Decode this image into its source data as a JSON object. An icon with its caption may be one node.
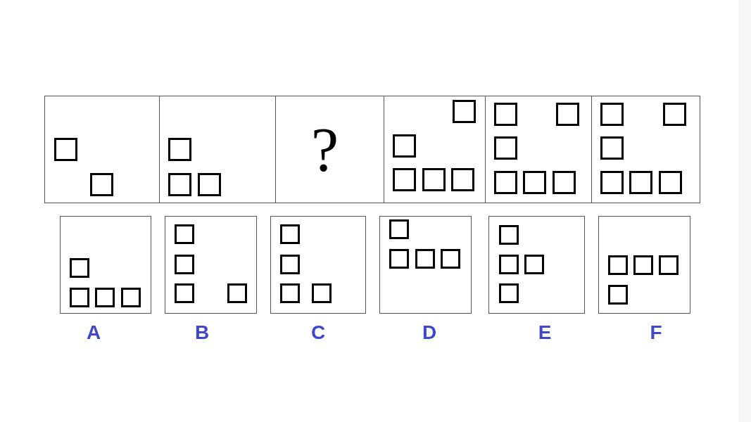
{
  "diagram": {
    "nodes": [
      {
        "text": [],
        "shape": "box"
      },
      {
        "text": [],
        "shape": "box",
        "in": 0
      },
      {
        "text": [],
        "shape": "box",
        "in": 0
      },
      {
        "text": [],
        "shape": "box"
      },
      {
        "text": [],
        "shape": "box",
        "in": 3
      },
      {
        "text": [],
        "shape": "box",
        "in": 3
      },
      {
        "text": [],
        "shape": "box",
        "in": 3
      },
      {
        "text": [
          "?"
        ]
      },
      {
        "text": [],
        "shape": "box"
      },
      {
        "text": [],
        "shape": "box",
        "in": 8
      },
      {
        "text": [],
        "shape": "box",
        "in": 8
      },
      {
        "text": [],
        "shape": "box",
        "in": 8
      },
      {
        "text": [],
        "shape": "box",
        "in": 8
      },
      {
        "text": [],
        "shape": "box",
        "in": 8
      },
      {
        "text": [],
        "shape": "box"
      },
      {
        "text": [],
        "shape": "box",
        "in": 14
      },
      {
        "text": [],
        "shape": "box",
        "in": 14
      },
      {
        "text": [],
        "shape": "box",
        "in": 14
      },
      {
        "text": [],
        "shape": "box",
        "in": 14
      },
      {
        "text": [],
        "shape": "box",
        "in": 14
      },
      {
        "text": [],
        "shape": "box",
        "in": 14
      },
      {
        "text": [],
        "shape": "box"
      },
      {
        "text": [],
        "shape": "box",
        "in": 21
      },
      {
        "text": [],
        "shape": "box",
        "in": 21
      },
      {
        "text": [],
        "shape": "box",
        "in": 21
      },
      {
        "text": [],
        "shape": "box",
        "in": 21
      },
      {
        "text": [],
        "shape": "box",
        "in": 21
      },
      {
        "text": [],
        "shape": "box",
        "in": 21
      },
      {
        "text": [],
        "shape": "box",
        "beside": [
          "A"
        ]
      },
      {
        "text": [],
        "shape": "box",
        "in": 28
      },
      {
        "text": [],
        "shape": "box",
        "in": 28
      },
      {
        "text": [],
        "shape": "box",
        "in": 28
      },
      {
        "text": [],
        "shape": "box",
        "in": 28
      },
      {
        "text": [],
        "shape": "box",
        "beside": [
          "B"
        ]
      },
      {
        "text": [],
        "shape": "box",
        "in": 33
      },
      {
        "text": [],
        "shape": "box",
        "in": 33
      },
      {
        "text": [],
        "shape": "box",
        "in": 33
      },
      {
        "text": [],
        "shape": "box",
        "in": 33
      },
      {
        "text": [],
        "shape": "box",
        "beside": [
          "C"
        ]
      },
      {
        "text": [],
        "shape": "box",
        "in": 38
      },
      {
        "text": [],
        "shape": "box",
        "in": 38
      },
      {
        "text": [],
        "shape": "box",
        "in": 38
      },
      {
        "text": [],
        "shape": "box",
        "in": 38
      },
      {
        "text": [],
        "shape": "box",
        "beside": [
          "D"
        ]
      },
      {
        "text": [],
        "shape": "box",
        "in": 43
      },
      {
        "text": [],
        "shape": "box",
        "in": 43
      },
      {
        "text": [],
        "shape": "box",
        "in": 43
      },
      {
        "text": [],
        "shape": "box",
        "in": 43
      },
      {
        "text": [],
        "shape": "box",
        "beside": [
          "E"
        ]
      },
      {
        "text": [],
        "shape": "box",
        "in": 48
      },
      {
        "text": [],
        "shape": "box",
        "in": 48
      },
      {
        "text": [],
        "shape": "box",
        "in": 48
      },
      {
        "text": [],
        "shape": "box",
        "in": 48
      },
      {
        "text": [],
        "shape": "box",
        "beside": [
          "F"
        ]
      },
      {
        "text": [],
        "shape": "box",
        "in": 53
      },
      {
        "text": [],
        "shape": "box",
        "in": 53
      },
      {
        "text": [],
        "shape": "box",
        "in": 53
      },
      {
        "text": [],
        "shape": "box",
        "in": 53
      }
    ]
  }
}
